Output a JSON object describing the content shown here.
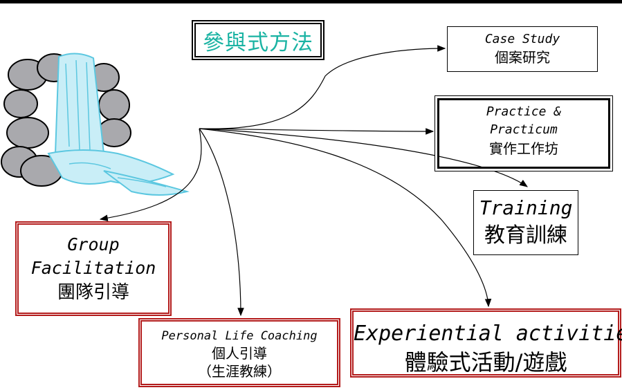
{
  "title": "參與式方法",
  "icon": "waterfall-clipart",
  "colors": {
    "title_text": "#1ab3a3",
    "red_border": "#b31b1b"
  },
  "nodes": {
    "case_study": {
      "en": "Case Study",
      "zh": "個案研究"
    },
    "practice": {
      "en_line1": "Practice &",
      "en_line2": "Practicum",
      "zh": "實作工作坊"
    },
    "training": {
      "en": "Training",
      "zh": "教育訓練"
    },
    "group": {
      "en_line1": "Group",
      "en_line2": "Facilitation",
      "zh": "團隊引導"
    },
    "coaching": {
      "en": "Personal Life Coaching",
      "zh_line1": "個人引導",
      "zh_line2": "（生涯教練）"
    },
    "experiential": {
      "en": "Experiential activities",
      "zh": "體驗式活動/遊戲"
    }
  }
}
